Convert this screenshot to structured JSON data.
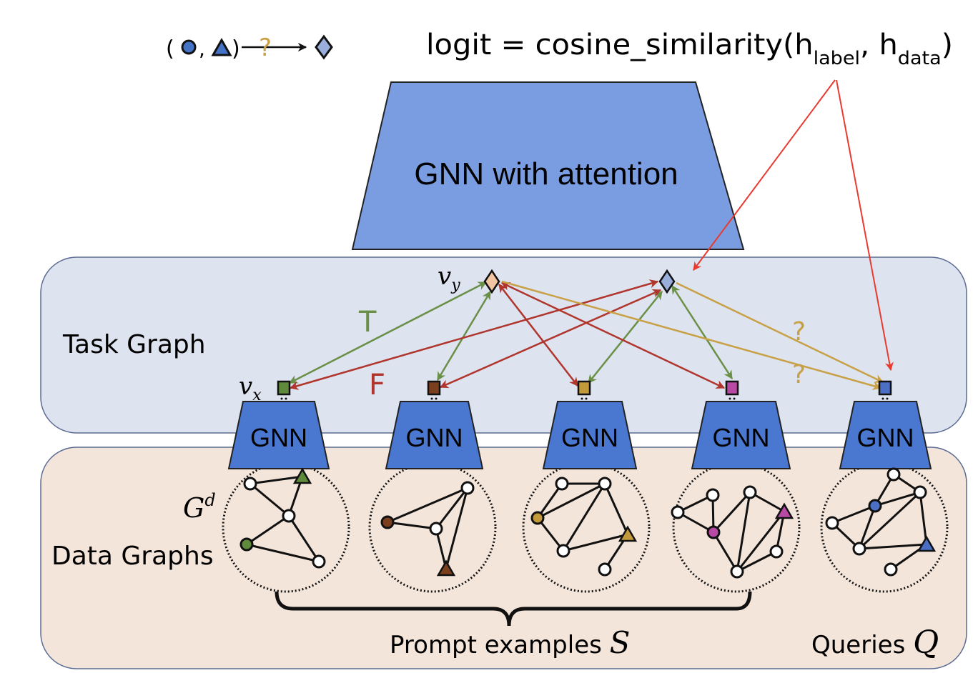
{
  "legend": {
    "open_paren": "(",
    "comma": ",",
    "close_paren": ")",
    "question": "?",
    "circle_color": "#4472c4",
    "triangle_color": "#4472c4",
    "diamond_color": "#9aaedb"
  },
  "formula": {
    "prefix": "logit = cosine_similarity(h",
    "sub_label": "label",
    "middle": ", h",
    "sub_data": "data",
    "suffix": ")"
  },
  "big_gnn": {
    "label": "GNN with attention",
    "color": "#7a9de2"
  },
  "task_graph": {
    "label": "Task Graph",
    "v_y": "v",
    "v_y_sub": "y",
    "v_x": "v",
    "v_x_sub": "x",
    "edge_T": "T",
    "edge_F": "F",
    "edge_q1": "?",
    "edge_q2": "?",
    "label_nodes": [
      {
        "name": "label-node-positive",
        "color": "#f2c6a0"
      },
      {
        "name": "label-node-query",
        "color": "#9aaedb"
      }
    ],
    "data_nodes": [
      {
        "color": "#5f8a3b"
      },
      {
        "color": "#7b3f1e"
      },
      {
        "color": "#c39a3a"
      },
      {
        "color": "#b84aa6"
      },
      {
        "color": "#4a6fc4"
      }
    ],
    "colors": {
      "true_edge": "#6a8f47",
      "false_edge": "#b0352d",
      "query_edge": "#c8a045",
      "pointer": "#e83a2f"
    }
  },
  "gnn_encoders": [
    {
      "label": "GNN"
    },
    {
      "label": "GNN"
    },
    {
      "label": "GNN"
    },
    {
      "label": "GNN"
    },
    {
      "label": "GNN"
    }
  ],
  "data_graphs": {
    "label": "Data Graphs",
    "g_symbol": "G",
    "g_sup": "d",
    "prompt_label": "Prompt examples ",
    "prompt_symbol": "S",
    "queries_label": "Queries ",
    "queries_symbol": "Q"
  },
  "panel_colors": {
    "task_bg": "#dde3ef",
    "data_bg": "#f4e5da",
    "border": "#5a6b94",
    "gnn_fill": "#4a78d0"
  }
}
